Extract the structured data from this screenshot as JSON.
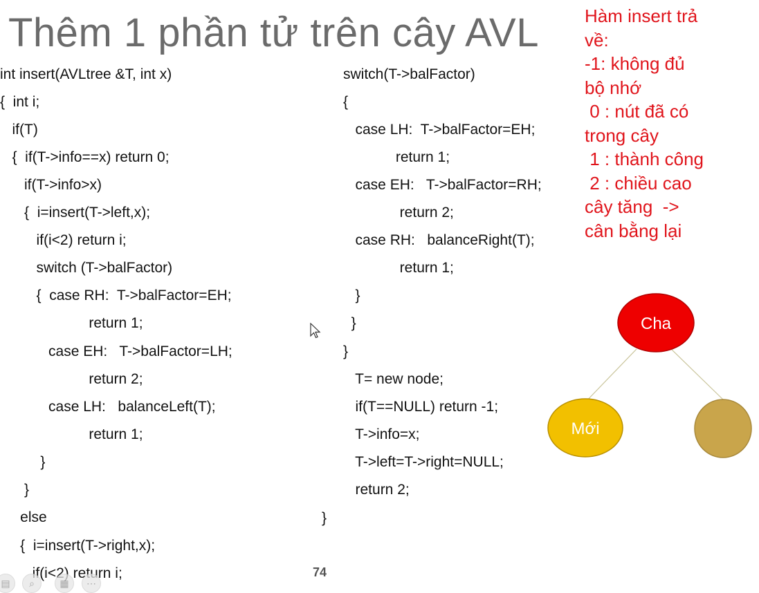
{
  "slide": {
    "title": "Thêm 1 phần tử trên cây AVL",
    "page_number": "74"
  },
  "code_left": [
    "int insert(AVLtree &T, int x)",
    "{  int i;",
    "   if(T)",
    "   {  if(T->info==x) return 0;",
    "      if(T->info>x)",
    "      {  i=insert(T->left,x);",
    "         if(i<2) return i;",
    "         switch (T->balFactor)",
    "         {  case RH:  T->balFactor=EH;",
    "                      return 1;",
    "            case EH:   T->balFactor=LH;",
    "                      return 2;",
    "            case LH:   balanceLeft(T);",
    "                      return 1;",
    "          }",
    "      }",
    "     else",
    "     {  i=insert(T->right,x);",
    "        if(i<2) return i;"
  ],
  "code_right": [
    "switch(T->balFactor)",
    "{",
    "   case LH:  T->balFactor=EH;",
    "             return 1;",
    "   case EH:   T->balFactor=RH;",
    "              return 2;",
    "   case RH:   balanceRight(T);",
    "              return 1;",
    "   }",
    "  }",
    "}",
    "   T= new node;",
    "   if(T==NULL) return -1;",
    "   T->info=x;",
    "   T->left=T->right=NULL;",
    "   return 2;"
  ],
  "closing_brace": "}",
  "note": {
    "lines": [
      "Hàm insert trả",
      "về:",
      "-1: không đủ",
      "bộ nhớ",
      " 0 : nút đã có",
      "trong cây",
      " 1 : thành công",
      " 2 : chiều cao",
      "cây tăng  ->",
      "cân bằng lại"
    ]
  },
  "tree": {
    "parent_label": "Cha",
    "new_label": "Mới",
    "right_label": "",
    "colors": {
      "parent": "#ee0000",
      "new": "#f2c000",
      "right": "#c9a54b",
      "edge": "#c9c49a"
    }
  },
  "toolbar": {
    "icons": [
      "slides-icon",
      "zoom-icon",
      "grid-icon",
      "more-icon"
    ]
  }
}
